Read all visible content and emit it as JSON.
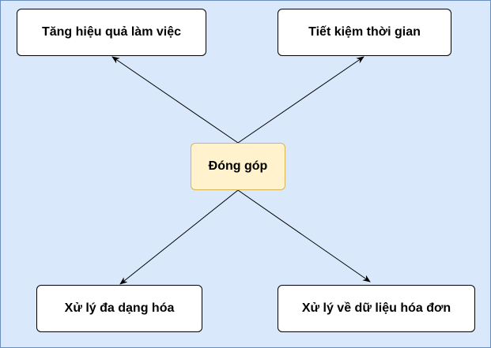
{
  "diagram": {
    "center": {
      "label": "Đóng góp"
    },
    "nodes": {
      "top_left": {
        "label": "Tăng hiệu quả làm việc"
      },
      "top_right": {
        "label": "Tiết kiệm thời gian"
      },
      "bottom_left": {
        "label": "Xử lý đa dạng hóa"
      },
      "bottom_right": {
        "label": "Xử lý về dữ liệu hóa đơn"
      }
    },
    "edges": [
      {
        "from": "center",
        "to": "top_left"
      },
      {
        "from": "center",
        "to": "top_right"
      },
      {
        "from": "center",
        "to": "bottom_left"
      },
      {
        "from": "center",
        "to": "bottom_right"
      }
    ]
  },
  "colors": {
    "background": "#dae8fc",
    "background_border": "#6c8ebf",
    "center_fill": "#fff2cc",
    "center_border": "#d6b656",
    "node_fill": "#ffffff",
    "edge": "#000000"
  }
}
